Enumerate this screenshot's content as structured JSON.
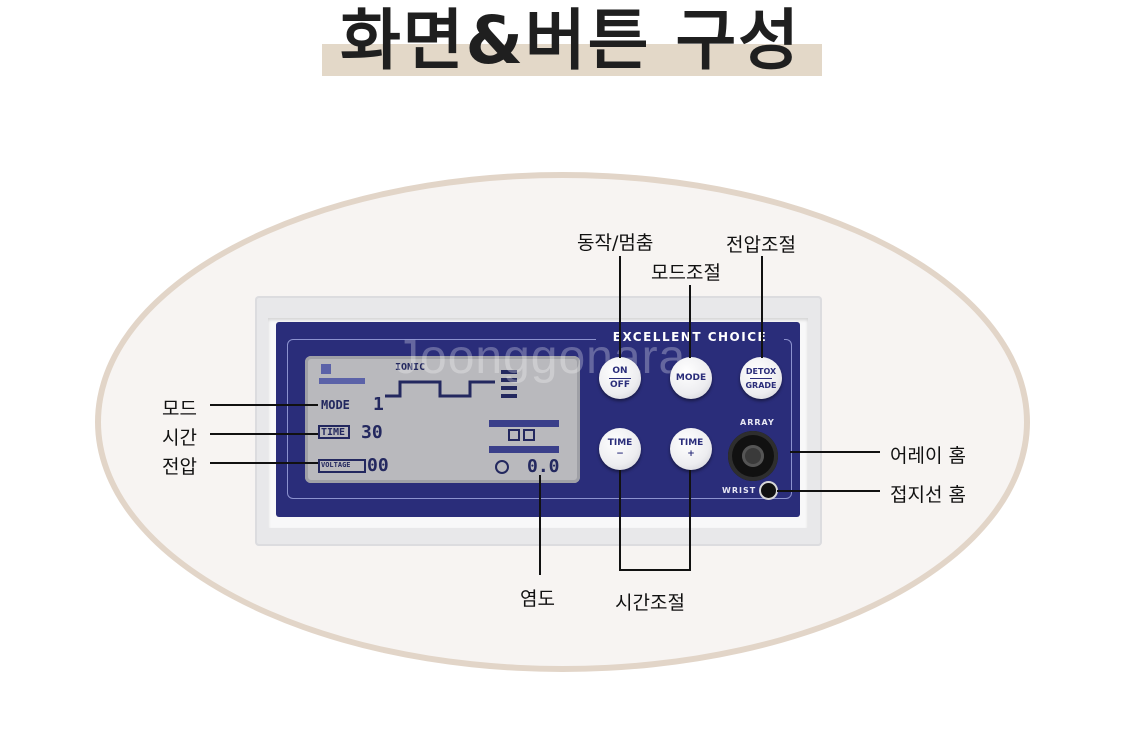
{
  "page": {
    "title": "화면&버튼 구성"
  },
  "device": {
    "brand": "EXCELLENT CHOICE",
    "watermark": "Joonggonara",
    "buttons": {
      "on_off_top": "ON",
      "on_off_bottom": "OFF",
      "mode": "MODE",
      "detox_top": "DETOX",
      "detox_bottom": "GRADE",
      "time_minus_top": "TIME",
      "time_minus_bottom": "−",
      "time_plus_top": "TIME",
      "time_plus_bottom": "+"
    },
    "ports": {
      "array_label": "ARRAY",
      "wrist_label": "WRIST"
    },
    "lcd": {
      "mode_label": "MODE",
      "mode_value": "1",
      "time_label": "TIME",
      "time_value": "30",
      "voltage_label": "VOLTAGE",
      "voltage_value": "00",
      "concentration_value": "0.0",
      "header": "IONIC"
    }
  },
  "annotations": {
    "on_off": "동작/멈춤",
    "voltage_adjust": "전압조절",
    "mode_adjust": "모드조절",
    "mode": "모드",
    "time": "시간",
    "voltage": "전압",
    "array_port": "어레이 홈",
    "ground_port": "접지선 홈",
    "salinity": "염도",
    "time_adjust": "시간조절"
  },
  "colors": {
    "panel": "#2a2d7a",
    "title_highlight": "#e3d8c8",
    "ellipse_border": "#e2d5c8"
  }
}
